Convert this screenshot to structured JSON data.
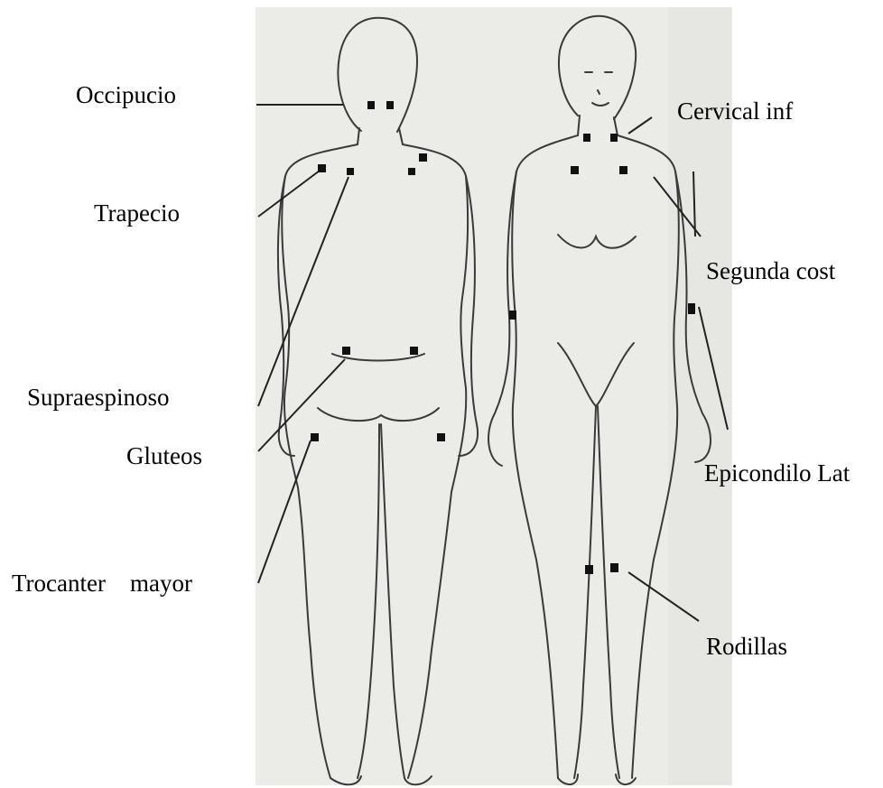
{
  "labels": {
    "occipucio": "Occipucio",
    "trapecio": "Trapecio",
    "supraespinoso": "Supraespinoso",
    "gluteos": "Gluteos",
    "trocanter_mayor": "Trocanter    mayor",
    "cervical_inf": "Cervical inf",
    "segunda_cost": "Segunda cost",
    "epicondilo_lat": "Epicondilo Lat",
    "rodillas": "Rodillas"
  },
  "colors": {
    "paper": "#ececea",
    "outline": "#3a3a3a",
    "tender_point": "#111111",
    "leader_line": "#222222",
    "text": "#000000"
  }
}
